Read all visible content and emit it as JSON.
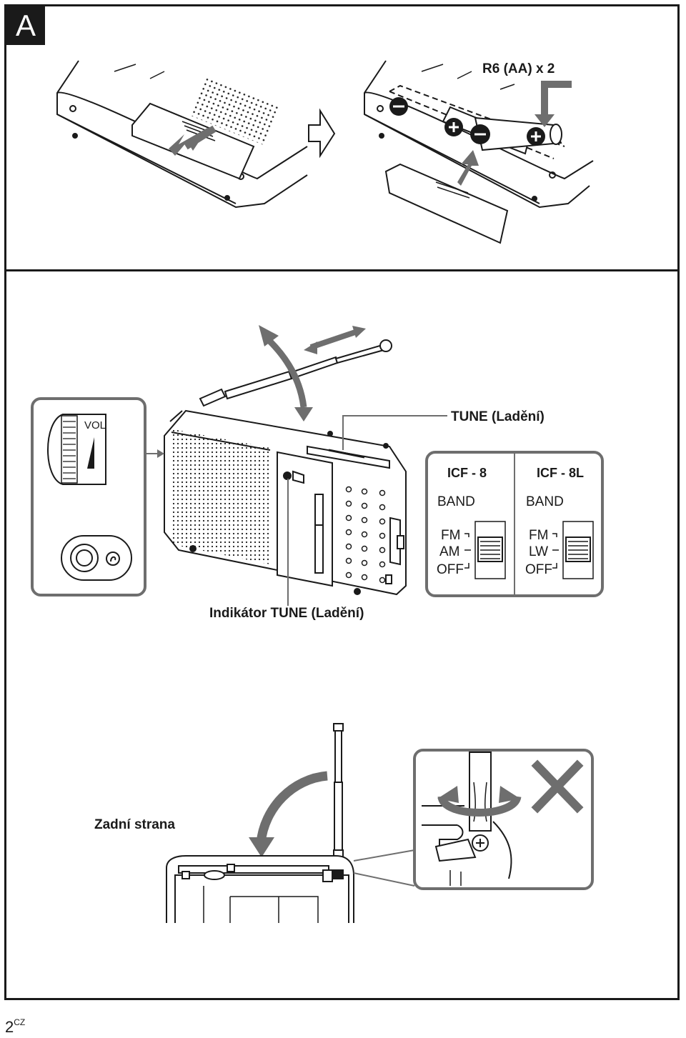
{
  "section_letter": "A",
  "battery_label": "R6 (AA) x 2",
  "tune_label": "TUNE (Ladění)",
  "tune_indicator_label": "Indikátor TUNE (Ladění)",
  "back_label": "Zadní strana",
  "vol_label": "VOL",
  "band_table": {
    "left": {
      "model": "ICF - 8",
      "band": "BAND",
      "positions": [
        "FM",
        "AM",
        "OFF"
      ]
    },
    "right": {
      "model": "ICF - 8L",
      "band": "BAND",
      "positions": [
        "FM",
        "LW",
        "OFF"
      ]
    }
  },
  "page_number": "2",
  "page_suffix": "CZ"
}
